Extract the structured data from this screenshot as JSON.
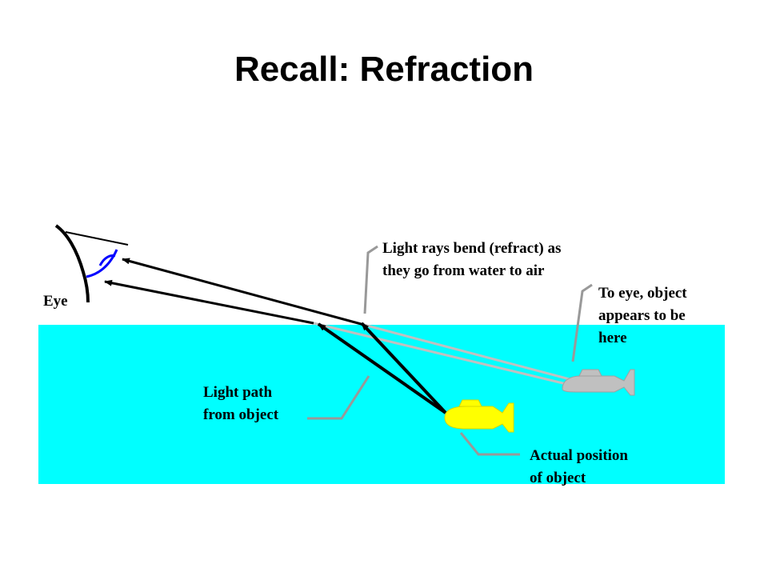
{
  "slide": {
    "title": "Recall: Refraction"
  },
  "colors": {
    "water": "#00ffff",
    "ray": "#000000",
    "apparent_ray": "#c0c0c0",
    "leader": "#999999",
    "actual_object": "#ffff00",
    "apparent_object": "#c0c0c0",
    "eye_lens": "#0000ff"
  },
  "labels": {
    "eye": "Eye",
    "refraction_line1": "Light rays bend (refract) as",
    "refraction_line2": "they go from water to air",
    "apparent_line1": "To eye, object",
    "apparent_line2": "appears to be",
    "apparent_line3": "here",
    "path_line1": "Light path",
    "path_line2": "from object",
    "actual_line1": "Actual position",
    "actual_line2": "of object"
  },
  "icons": {
    "eye": "eye-icon",
    "actual_object": "submarine-icon",
    "apparent_object": "submarine-icon"
  }
}
